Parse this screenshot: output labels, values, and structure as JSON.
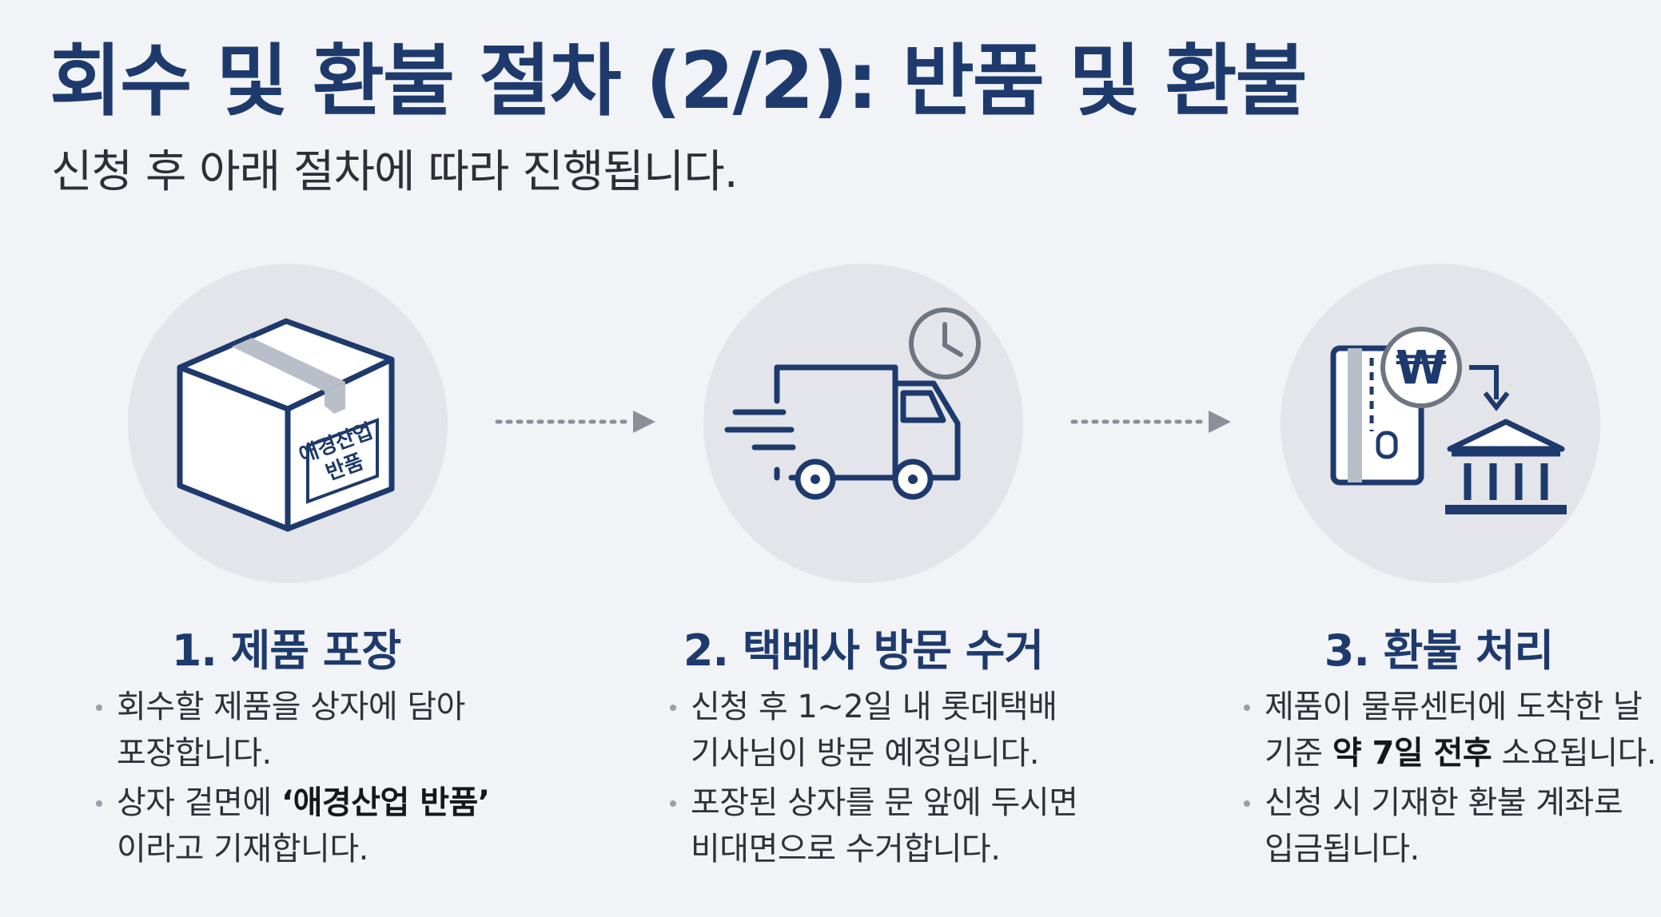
{
  "title": "회수 및 환불 절차 (2/2): 반품 및 환불",
  "subtitle": "신청 후 아래 절차에 따라 진행됩니다.",
  "colors": {
    "primary": "#1e3a6d",
    "circle": "#e3e5ea",
    "arrow": "#8a9099",
    "background": "#f1f3f7"
  },
  "steps": [
    {
      "icon": "package-box-icon",
      "box_label": [
        "애경산업",
        "반품"
      ],
      "title": "1. 제품 포장",
      "bullets": [
        {
          "line1": "회수할 제품을 상자에 담아",
          "line2": "포장합니다."
        },
        {
          "line1_pre": "상자 겉면에 ",
          "line1_bold": "‘애경산업 반품’",
          "line2": "이라고 기재합니다."
        }
      ]
    },
    {
      "icon": "delivery-truck-clock-icon",
      "title": "2. 택배사 방문 수거",
      "bullets": [
        {
          "line1": "신청 후 1~2일 내 롯데택배",
          "line2": "기사님이 방문 예정입니다."
        },
        {
          "line1": "포장된 상자를 문 앞에 두시면",
          "line2": "비대면으로 수거합니다."
        }
      ]
    },
    {
      "icon": "card-won-bank-icon",
      "coin_symbol": "₩",
      "title": "3. 환불 처리",
      "bullets": [
        {
          "line1": "제품이 물류센터에 도착한 날",
          "line2_pre": "기준 ",
          "line2_bold": "약 7일 전후",
          "line2_post": " 소요됩니다."
        },
        {
          "line1": "신청 시 기재한 환불 계좌로",
          "line2": "입금됩니다."
        }
      ]
    }
  ]
}
